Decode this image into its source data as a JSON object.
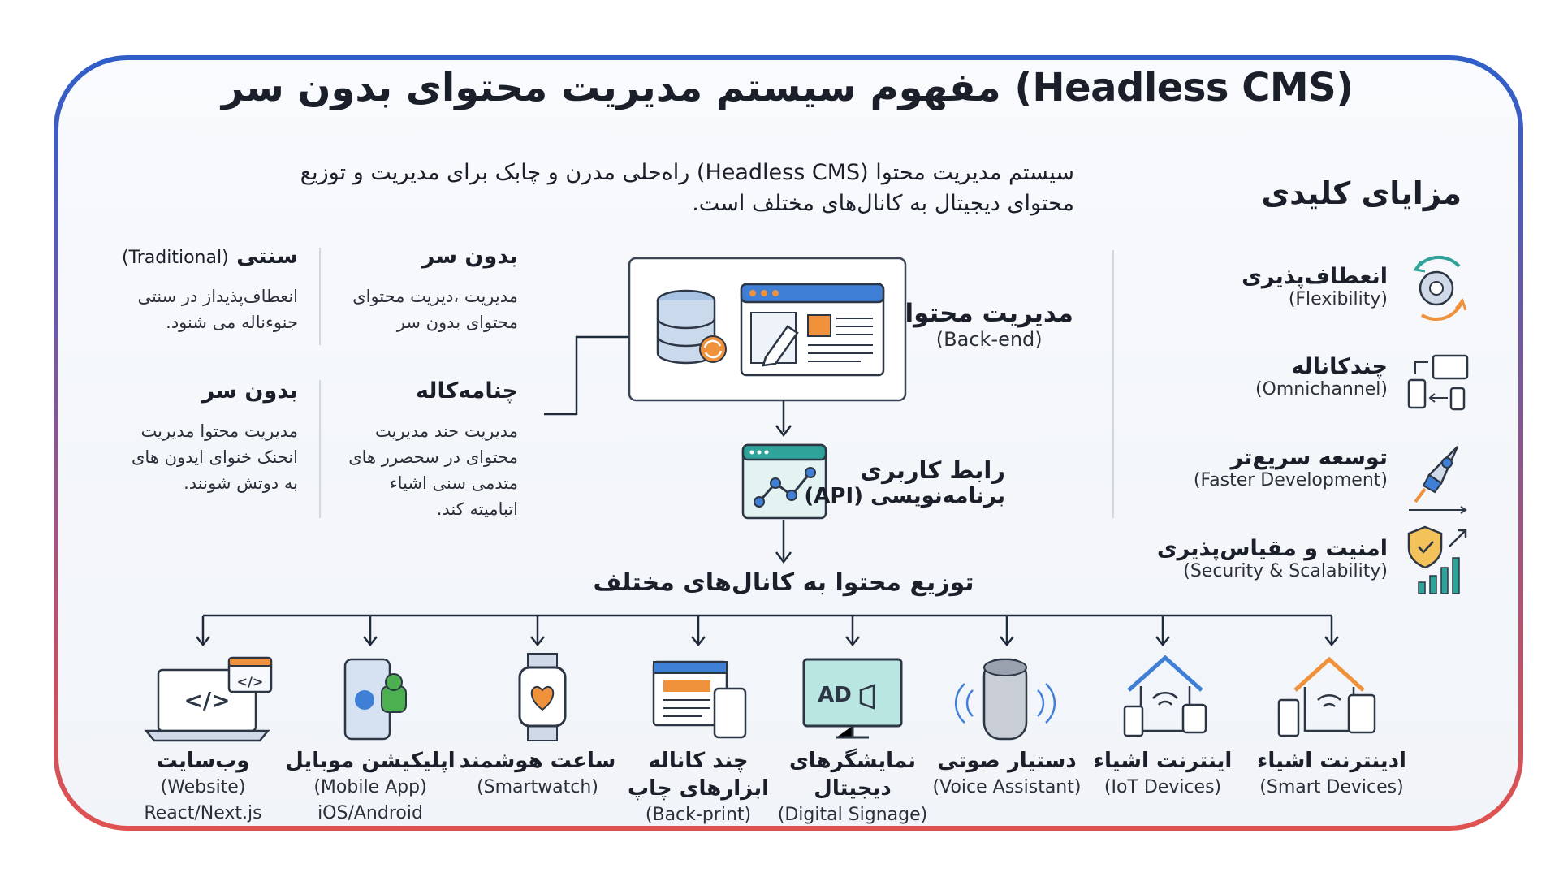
{
  "title": "مفهوم سیستم مدیریت محتوای بدون سر (Headless CMS)",
  "intro": {
    "line1": "سیستم مدیریت محتوا (Headless CMS) راه‌حلی مدرن و چابک برای مدیریت و توزیع",
    "line2": "محتوای دیجیتال به کانال‌های مختلف است."
  },
  "comparison": {
    "headless1": {
      "title": "بدون سر",
      "l1": "مدیریت ،دیریت محتوای",
      "l2": "محتوای بدون سر"
    },
    "traditional": {
      "title_fa": "سنتی",
      "title_en": "(Traditional)",
      "l1": "انعطاف‌پذیداز در سنتی",
      "l2": "جنوءناله می شنود."
    },
    "multichannel": {
      "title": "چنامه‌کاله",
      "l1": "مدیریت حند مدیریت",
      "l2": "محتوای در سحصرر های",
      "l3": "متدمی سنی اشیاء",
      "l4": "اتبامیته کند."
    },
    "headless2": {
      "title": "بدون سر",
      "l1": "مدیریت محتوا مدیریت",
      "l2": "انحنک خنوای ایدون های",
      "l3": "به دوتش شونند."
    }
  },
  "flow": {
    "backend_fa": "مدیریت محتوا",
    "backend_en": "(Back-end)",
    "api_fa": "رابط کاربری",
    "api_fa2": "برنامه‌نویسی (API)",
    "distribution": "توزیع محتوا به کانال‌های مختلف",
    "ad_text": "AD"
  },
  "benefits": {
    "header": "مزایای کلیدی",
    "items": [
      {
        "fa": "انعطاف‌پذیری",
        "en": "(Flexibility)",
        "icon": "gears-sync-icon"
      },
      {
        "fa": "چندکاناله",
        "en": "(Omnichannel)",
        "icon": "devices-icon"
      },
      {
        "fa": "توسعه سریع‌تر",
        "en": "(Faster Development)",
        "icon": "rocket-icon"
      },
      {
        "fa": "امنیت و مقیاس‌پذیری",
        "en": "(Security & Scalability)",
        "icon": "shield-chart-icon"
      }
    ]
  },
  "channels": [
    {
      "fa": "وب‌سایت",
      "en": "(Website)",
      "en2": "React/Next.js",
      "icon": "laptop-code-icon"
    },
    {
      "fa": "اپلیکیشن موبایل",
      "en": "(Mobile App)",
      "en2": "iOS/Android",
      "icon": "mobile-app-icon"
    },
    {
      "fa": "ساعت هوشمند",
      "en": "(Smartwatch)",
      "icon": "smartwatch-icon"
    },
    {
      "fa": "چند کاناله",
      "fa2": "ابزارهای چاپ",
      "en": "(Back-print)",
      "icon": "multi-screen-icon"
    },
    {
      "fa": "نمایشگرهای",
      "fa2": "دیجیتال",
      "en": "(Digital Signage)",
      "icon": "digital-signage-icon"
    },
    {
      "fa": "دستیار صوتی",
      "en": "(Voice Assistant)",
      "icon": "smart-speaker-icon"
    },
    {
      "fa": "اینترنت اشیاء",
      "en": "(IoT Devices)",
      "icon": "iot-home-icon"
    },
    {
      "fa": "ادینترنت اشیاء",
      "en": "(Smart Devices)",
      "icon": "smart-home-icon"
    }
  ],
  "colors": {
    "accent_blue": "#3f7fd6",
    "accent_orange": "#f0923b",
    "accent_teal": "#2fa39a",
    "border_top": "#2f5ec9",
    "border_bottom": "#e0524f"
  }
}
